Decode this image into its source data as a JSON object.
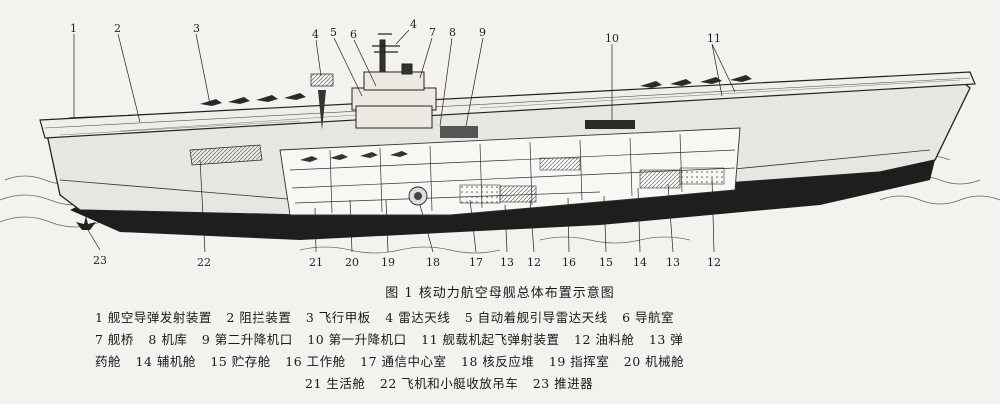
{
  "figure": {
    "caption": "图 1   核动力航空母舰总体布置示意图"
  },
  "callouts": [
    "1",
    "2",
    "3",
    "4",
    "5",
    "6",
    "4",
    "7",
    "8",
    "9",
    "10",
    "11",
    "23",
    "22",
    "21",
    "20",
    "19",
    "18",
    "17",
    "13",
    "12",
    "16",
    "15",
    "14",
    "13",
    "12"
  ],
  "legend": [
    [
      "1 舰空导弹发射装置",
      "2 阻拦装置",
      "3 飞行甲板",
      "4 雷达天线",
      "5 自动着舰引导雷达天线",
      "6 导航室"
    ],
    [
      "7 舰桥",
      "8 机库",
      "9 第二升降机口",
      "10 第一升降机口",
      "11 舰载机起飞弹射装置",
      "12 油料舱",
      "13 弹"
    ],
    [
      "药舱",
      "14 辅机舱",
      "15 贮存舱",
      "16 工作舱",
      "17 通信中心室",
      "18 核反应堆",
      "19 指挥室",
      "20 机械舱"
    ],
    [
      "21 生活舱",
      "22 飞机和小艇收放吊车",
      "23 推进器"
    ]
  ]
}
